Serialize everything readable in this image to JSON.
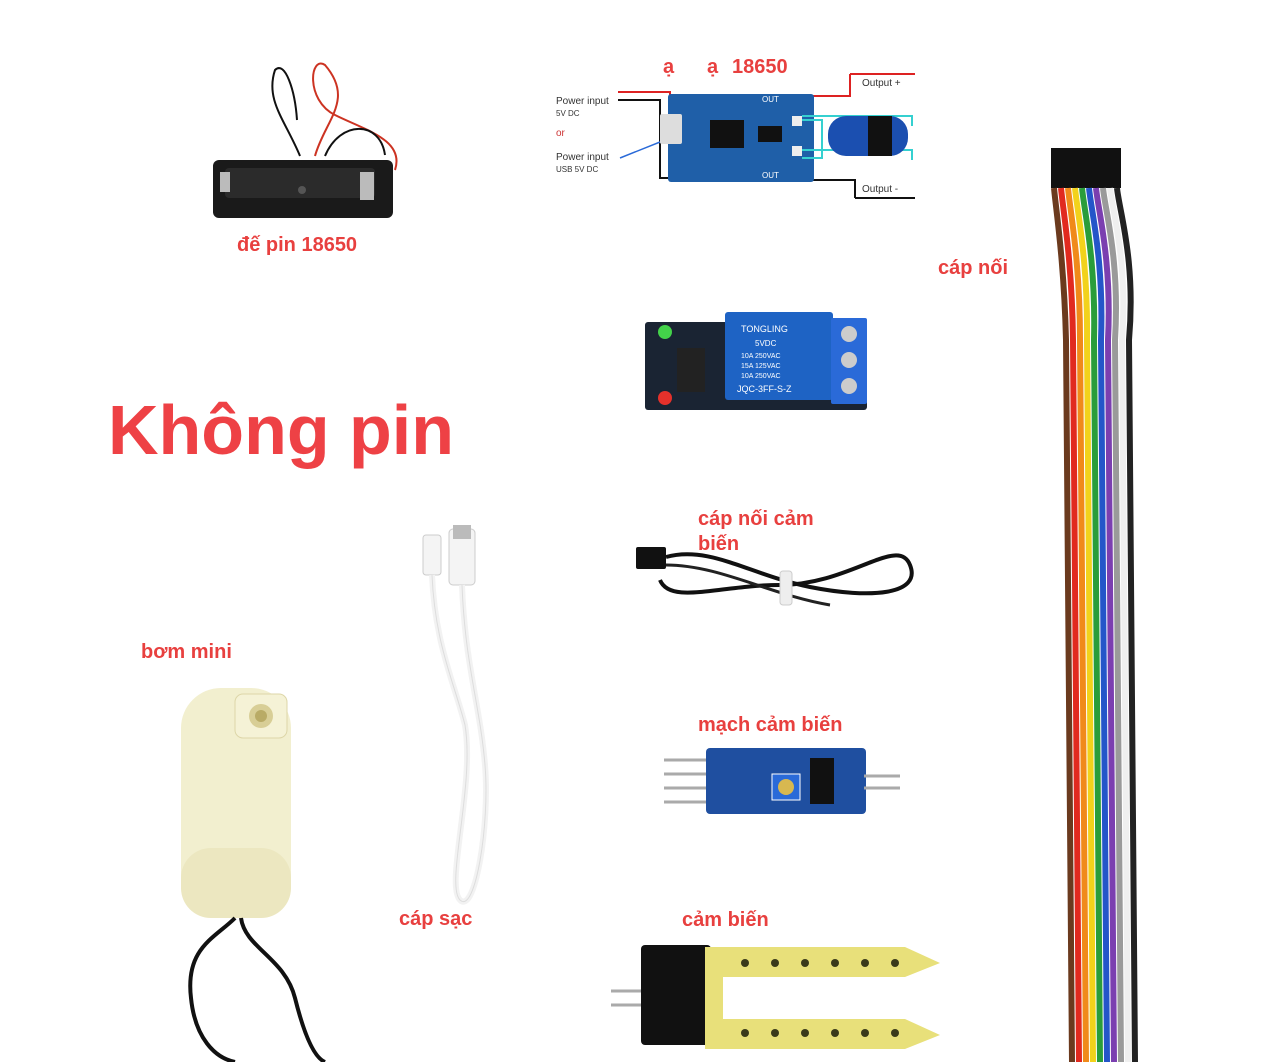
{
  "headline": "Không pin",
  "labels": {
    "battery_holder": "đế pin 18650",
    "charger_module_a": "ạ",
    "charger_module_b": "ạ",
    "charger_module_c": "18650",
    "jumper_cable": "cáp nối",
    "sensor_cable_line1": "cáp nối cảm",
    "sensor_cable_line2": "biến",
    "mini_pump": "bơm mini",
    "sensor_board": "mạch cảm biến",
    "charging_cable": "cáp sạc",
    "soil_sensor": "cảm biến"
  },
  "charger_diagram": {
    "power_input_1": "Power input",
    "power_input_1_sub": "5V DC",
    "or": "or",
    "power_input_2": "Power input",
    "power_input_2_sub": "USB 5V DC",
    "output_plus": "Output +",
    "output_minus": "Output -",
    "board_text": "OUT"
  },
  "relay_text": {
    "brand": "TONGLING",
    "line1": "5VDC",
    "line2": "10A 250VAC",
    "line3": "15A 125VAC",
    "line4": "10A 250VAC",
    "model": "JQC-3FF-S-Z"
  },
  "colors": {
    "label_red": "#e8403f",
    "board_blue": "#1f5fa8",
    "relay_blue": "#1e63c4"
  },
  "ribbon_colors": [
    "#6b3a1e",
    "#e12a1f",
    "#f08a1a",
    "#f2d21b",
    "#2a9d3a",
    "#2456c9",
    "#7b3fb0",
    "#9a9a9a",
    "#efefef",
    "#222222"
  ]
}
